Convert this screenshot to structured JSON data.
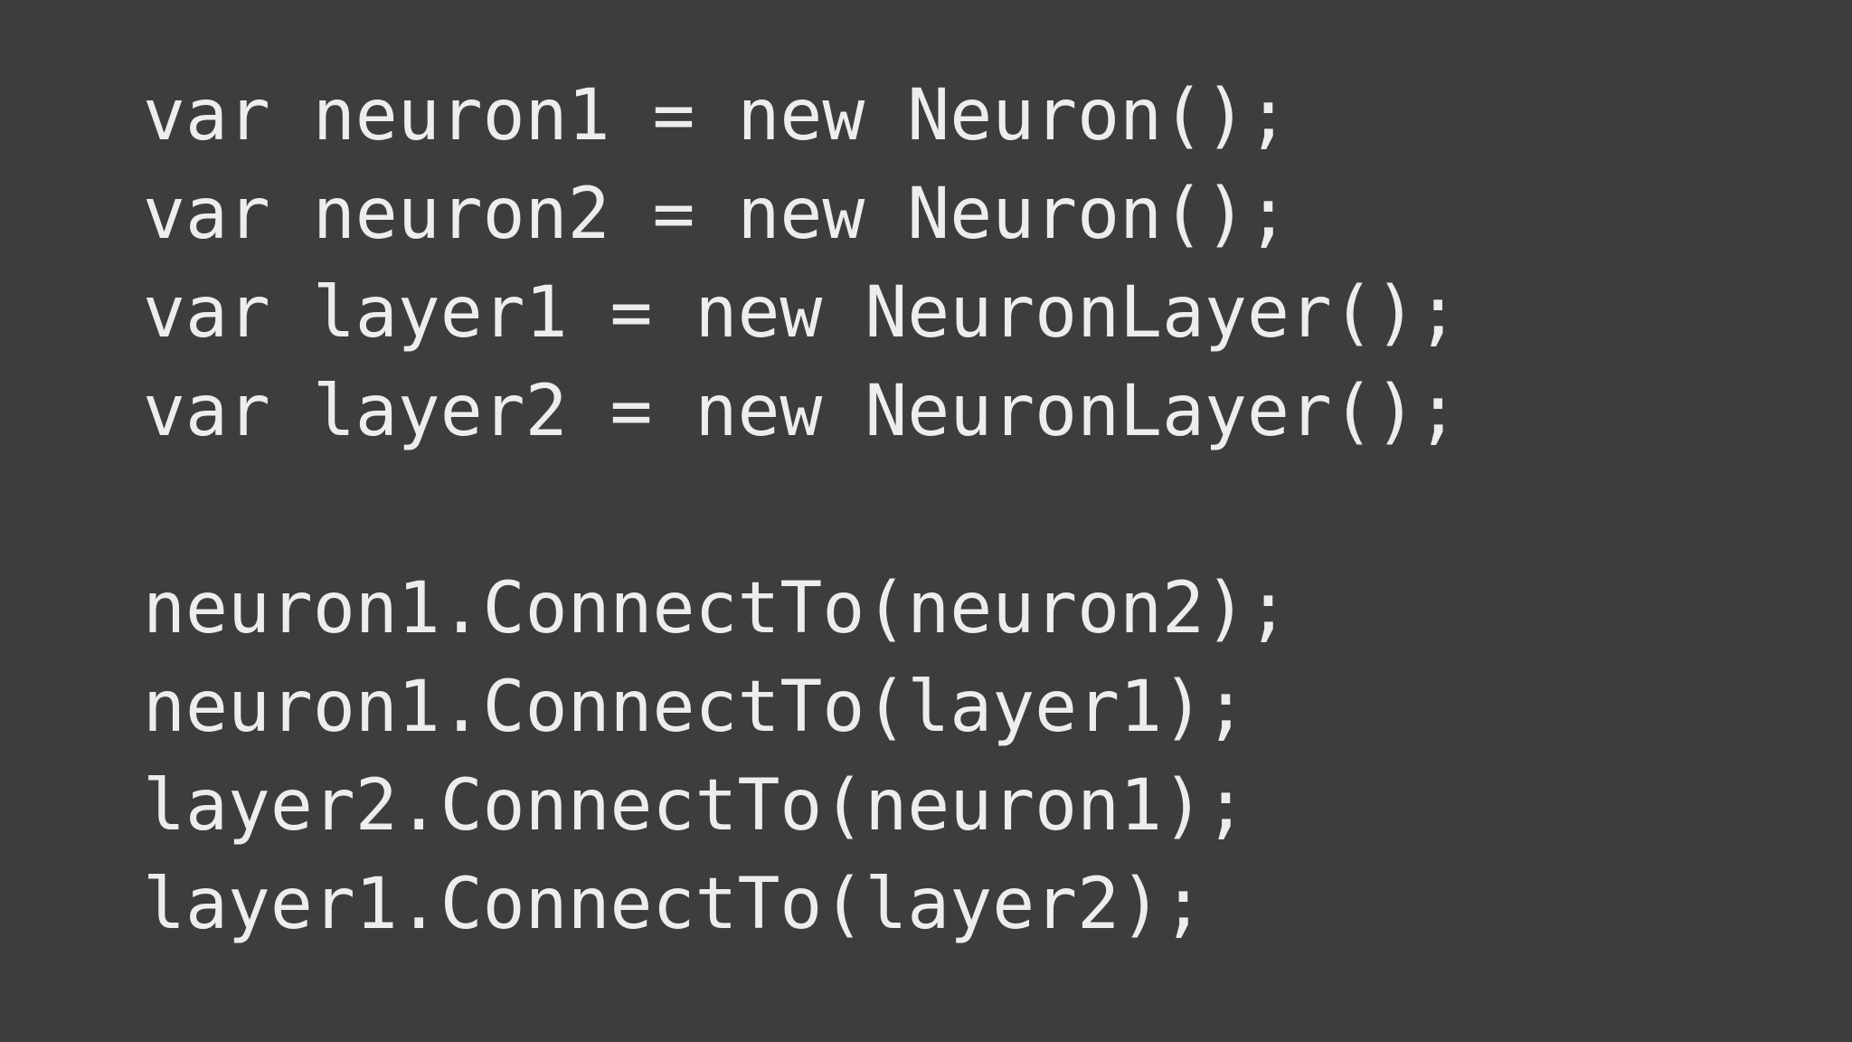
{
  "colors": {
    "background": "#3d3d3d",
    "text": "#ededed"
  },
  "code": {
    "language": "csharp",
    "lines": [
      "var neuron1 = new Neuron();",
      "var neuron2 = new Neuron();",
      "var layer1 = new NeuronLayer();",
      "var layer2 = new NeuronLayer();",
      "",
      "neuron1.ConnectTo(neuron2);",
      "neuron1.ConnectTo(layer1);",
      "layer2.ConnectTo(neuron1);",
      "layer1.ConnectTo(layer2);"
    ]
  }
}
